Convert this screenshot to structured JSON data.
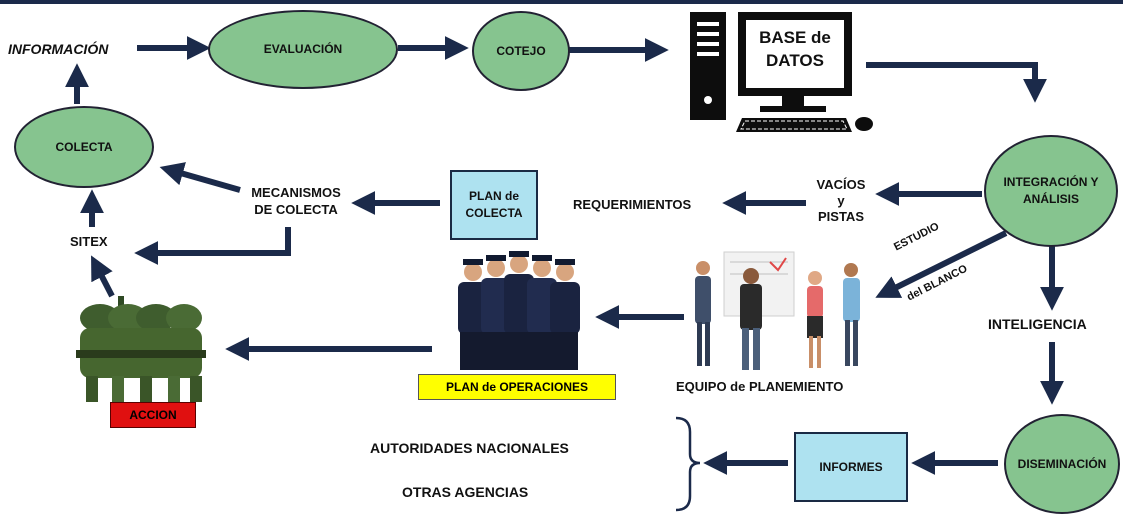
{
  "colors": {
    "ellipse_fill": "#86c48f",
    "box_fill": "#aee2f0",
    "arrow": "#1b2a4a",
    "plan_operaciones_fill": "#ffff00",
    "accion_fill": "#e01010",
    "top_rule": "#1b2a4a"
  },
  "nodes": {
    "informacion": "INFORMACIÓN",
    "evaluacion": "EVALUACIÓN",
    "cotejo": "COTEJO",
    "base_datos": {
      "line1": "BASE de",
      "line2": "DATOS"
    },
    "colecta": "COLECTA",
    "integracion": {
      "line1": "INTEGRACIÓN Y",
      "line2": "ANÁLISIS"
    },
    "mecanismos": {
      "line1": "MECANISMOS",
      "line2": "DE COLECTA"
    },
    "plan_colecta": {
      "line1": "PLAN de",
      "line2": "COLECTA"
    },
    "requerimientos": "REQUERIMIENTOS",
    "vacios": {
      "line1": "VACÍOS",
      "line2": "y",
      "line3": "PISTAS"
    },
    "sitex": "SITEX",
    "estudio": "ESTUDIO",
    "del_blanco": "del BLANCO",
    "inteligencia": "INTELIGENCIA",
    "plan_operaciones": "PLAN de OPERACIONES",
    "equipo": "EQUIPO de PLANEMIENTO",
    "accion": "ACCION",
    "diseminacion": "DISEMINACIÓN",
    "informes": "INFORMES",
    "autoridades": "AUTORIDADES NACIONALES",
    "otras_agencias": "OTRAS AGENCIAS"
  },
  "icons": [
    "computer-icon",
    "soldiers-image",
    "police-officers-image",
    "planning-team-image"
  ]
}
